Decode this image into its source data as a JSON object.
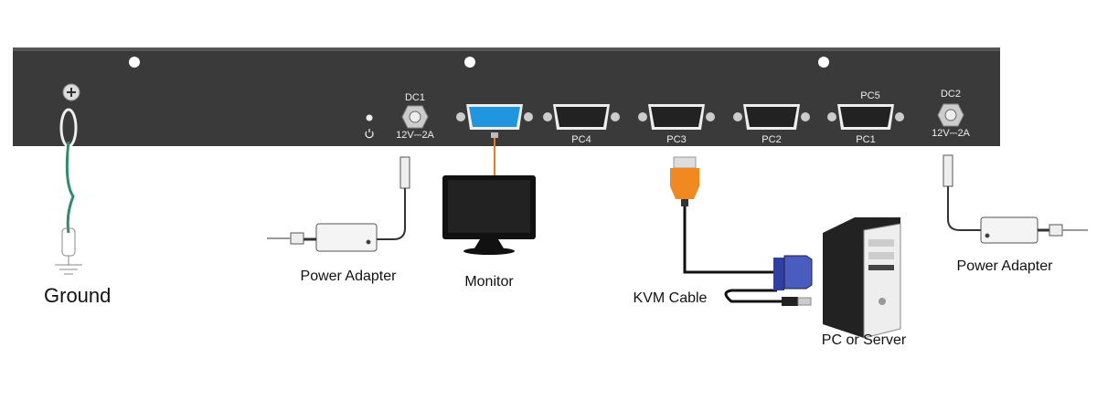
{
  "panel": {
    "dc1_label": "DC1",
    "dc1_rating": "12V⎓2A",
    "dc2_label": "DC2",
    "dc2_rating": "12V⎓2A",
    "ports": [
      "PC4",
      "PC3",
      "PC2",
      "PC1"
    ],
    "pc5_label": "PC5",
    "power_icon": "power-icon",
    "monitor_port_icon": "monitor-icon"
  },
  "labels": {
    "ground": "Ground",
    "power_adapter_left": "Power Adapter",
    "monitor": "Monitor",
    "kvm_cable": "KVM Cable",
    "pc_server": "PC or Server",
    "power_adapter_right": "Power Adapter"
  },
  "colors": {
    "panel": "#3b3a3a",
    "ground_wire": "#2e8b6e",
    "vga_monitor_port": "#2196e0",
    "monitor_cable": "#f07a1a",
    "kvm_vga_connector": "#f08a20",
    "pc_vga_connector": "#3040a0"
  }
}
